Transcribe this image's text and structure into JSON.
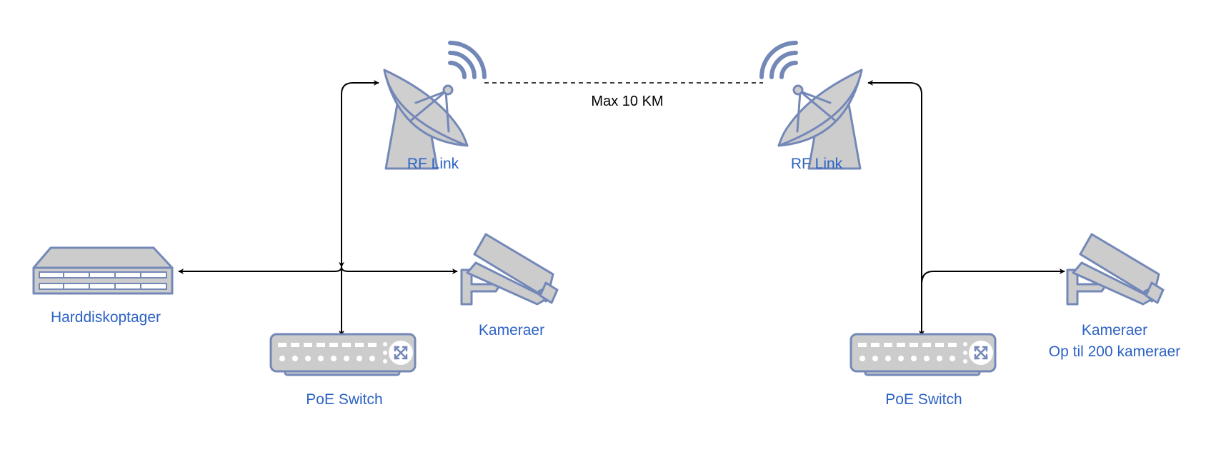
{
  "nodes": {
    "rf_link_left": "RF Link",
    "rf_link_right": "RF Link",
    "nvr": "Harddiskoptager",
    "poe_switch_left": "PoE Switch",
    "poe_switch_right": "PoE Switch",
    "cameras_left": "Kameraer",
    "cameras_right_line1": "Kameraer",
    "cameras_right_line2": "Op til 200 kameraer"
  },
  "links": {
    "wireless_distance": "Max 10 KM"
  },
  "icons": {
    "rf": "satellite-dish-icon",
    "nvr": "rack-server-icon",
    "switch": "network-switch-icon",
    "camera": "cctv-camera-icon"
  },
  "colors": {
    "label": "#2c62c5",
    "device_fill": "#cccccc",
    "device_stroke": "#7488b8",
    "connector": "#000000"
  }
}
